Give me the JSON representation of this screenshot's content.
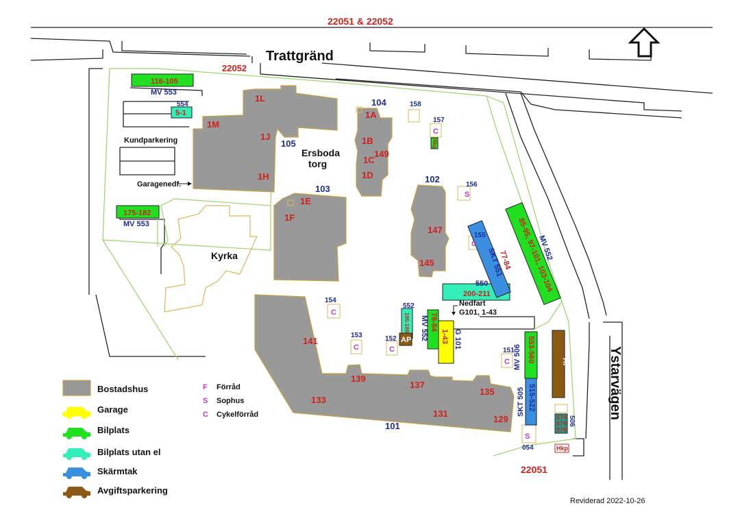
{
  "map": {
    "streets": {
      "trattgrand": "Trattgränd",
      "ystarvagen": "Ystarvägen"
    },
    "area_codes": {
      "top": "22051 & 22052",
      "left": "22052",
      "bottom": "22051"
    },
    "places": {
      "ersboda_line1": "Ersboda",
      "ersboda_line2": "torg",
      "kyrka": "Kyrka",
      "kundparkering": "Kundparkering",
      "garagenedf": "Garagenedf.",
      "nedfart_line1": "Nedfart",
      "nedfart_line2": "G101, 1-43"
    },
    "building_labels": {
      "b1L": "1L",
      "b1M": "1M",
      "b1J": "1J",
      "b1H": "1H",
      "b1A": "1A",
      "b1B": "1B",
      "b1C": "1C",
      "b1D": "1D",
      "b149": "149",
      "b1E": "1E",
      "b1F": "1F",
      "b147": "147",
      "b145": "145",
      "b141": "141",
      "b139": "139",
      "b137": "137",
      "b135": "135",
      "b133": "133",
      "b131": "131",
      "b129": "129"
    },
    "building_numbers": {
      "n104": "104",
      "n105": "105",
      "n103": "103",
      "n102": "102",
      "n101": "101"
    },
    "small_buildings": [
      {
        "number": "158",
        "letter": ""
      },
      {
        "number": "157",
        "letter": "C"
      },
      {
        "number": "156",
        "letter": "S"
      },
      {
        "number": "155",
        "letter": "C"
      },
      {
        "number": "154",
        "letter": "C"
      },
      {
        "number": "153",
        "letter": "C"
      },
      {
        "number": "152",
        "letter": "C"
      },
      {
        "number": "151",
        "letter": "C"
      },
      {
        "number": "054",
        "letter": "S"
      }
    ],
    "parking": {
      "p116": {
        "range": "116-105",
        "area": "MV 553"
      },
      "p554": {
        "range": "5-1",
        "area": "554"
      },
      "p175": {
        "range": "175-182",
        "area": "MV 553"
      },
      "p200": {
        "range": "200-211",
        "area": "550"
      },
      "pskt551": {
        "range": "77-84",
        "area": "SKT 551"
      },
      "pmv552": {
        "range": "85-95, 97-101, 103-104",
        "area": "MV 552"
      },
      "p195": {
        "range": "195-199",
        "area": "552"
      },
      "pap1": {
        "range": "AP"
      },
      "p78": {
        "range": "78-84",
        "area": "MV 552"
      },
      "garage": {
        "range": "1-43",
        "area": "G 101"
      },
      "p553": {
        "range": "553-560",
        "area": "MV 506"
      },
      "pap2": {
        "range": "AP"
      },
      "p515": {
        "range": "515-522",
        "area": "SKT 505"
      },
      "p574": {
        "ranges": [
          "574",
          "575",
          "576"
        ],
        "area": "506"
      },
      "hkp": "Hkp",
      "rkg": "Rkg"
    },
    "colors": {
      "bostadshus": "#999999",
      "garage": "#ffff00",
      "bilplats": "#21e021",
      "bilplats_utan_el": "#33eeb8",
      "skarmtak": "#3a8fe0",
      "avgiftsparkering": "#8b5a14",
      "label_red": "#d0201c",
      "label_blue": "#1c2a9a",
      "label_magenta": "#c23bc2"
    }
  },
  "legend": {
    "items": [
      {
        "label": "Bostadshus",
        "type": "house"
      },
      {
        "label": "Garage",
        "color": "#ffff00"
      },
      {
        "label": "Bilplats",
        "color": "#21e021"
      },
      {
        "label": "Bilplats utan el",
        "color": "#33eeb8"
      },
      {
        "label": "Skärmtak",
        "color": "#3a8fe0"
      },
      {
        "label": "Avgiftsparkering",
        "color": "#8b5a14"
      }
    ],
    "codes": [
      {
        "letter": "F",
        "label": "Förråd"
      },
      {
        "letter": "S",
        "label": "Sophus"
      },
      {
        "letter": "C",
        "label": "Cykelförråd"
      }
    ]
  },
  "revision": "Reviderad 2022-10-26",
  "icons": {
    "north_arrow": "north-arrow-icon",
    "car": "car-icon"
  }
}
